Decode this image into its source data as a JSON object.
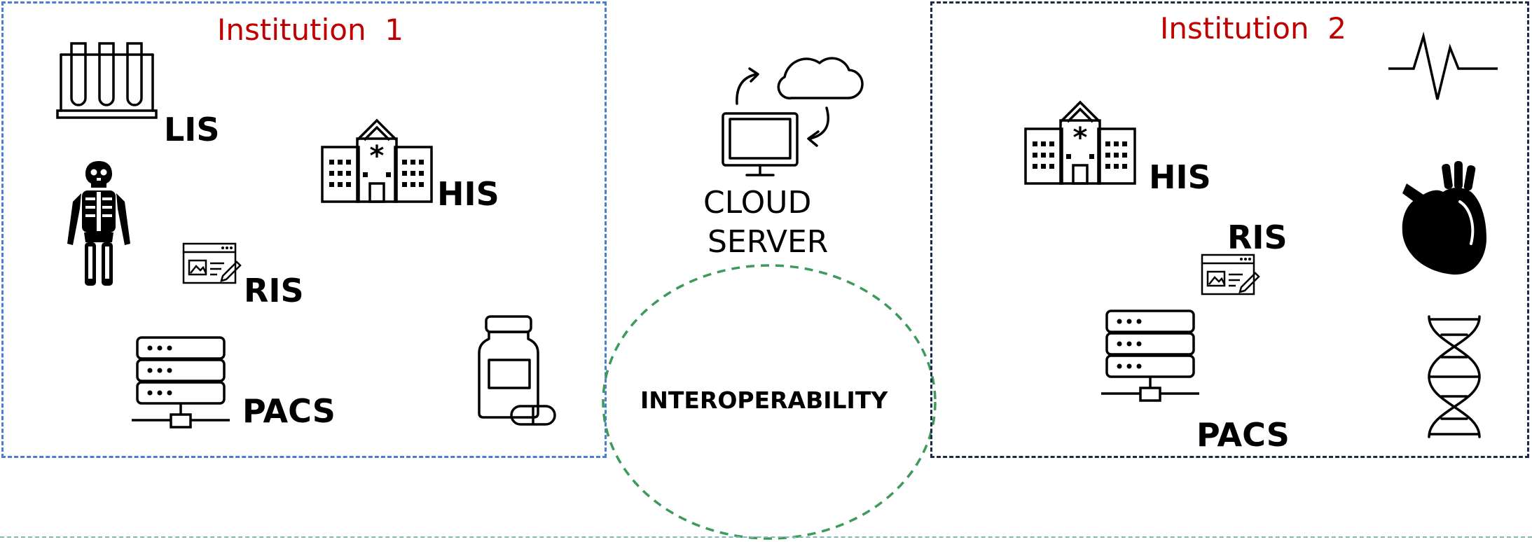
{
  "institution1": {
    "title": "Institution  1",
    "labels": {
      "lis": "LIS",
      "his": "HIS",
      "ris": "RIS",
      "pacs": "PACS"
    }
  },
  "institution2": {
    "title": "Institution  2",
    "labels": {
      "his": "HIS",
      "ris": "RIS",
      "pacs": "PACS"
    }
  },
  "cloud": {
    "line1": "CLOUD",
    "line2": "SERVER"
  },
  "center": {
    "label": "INTEROPERABILITY"
  },
  "colors": {
    "institution1_border": "#4a7fd0",
    "institution2_border": "#1c2a48",
    "interoperability_border": "#3d9a5a",
    "title_color": "#c00000"
  }
}
